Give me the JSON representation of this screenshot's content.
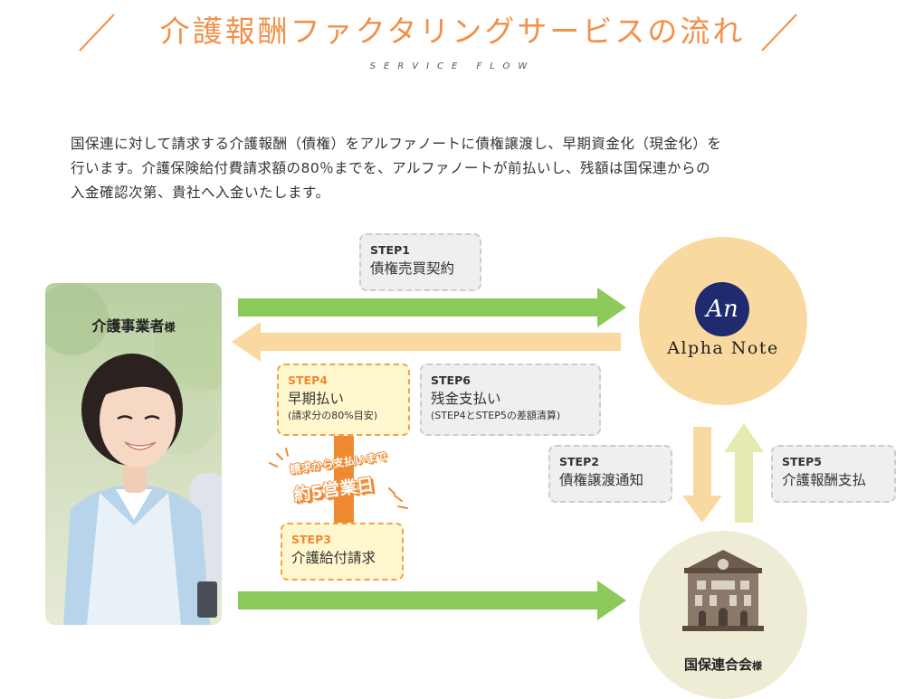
{
  "header": {
    "title": "介護報酬ファクタリングサービスの流れ",
    "subtitle": "SERVICE FLOW"
  },
  "intro": {
    "line1": "国保連に対して請求する介護報酬（債権）をアルファノートに債権譲渡し、早期資金化（現金化）を",
    "line2": "行います。介護保険給付費請求額の80％までを、アルファノートが前払いし、残額は国保連からの",
    "line3": "入金確認次第、貴社へ入金いたします。"
  },
  "actors": {
    "provider": {
      "name": "介護事業者",
      "honorific": "様"
    },
    "alpha_note": {
      "logo_text": "An",
      "name": "Alpha Note"
    },
    "kokuho": {
      "name": "国保連合会",
      "honorific": "様"
    }
  },
  "steps": {
    "step1": {
      "label": "STEP1",
      "text": "債権売買契約"
    },
    "step2": {
      "label": "STEP2",
      "text": "債権譲渡通知"
    },
    "step3": {
      "label": "STEP3",
      "text": "介護給付請求"
    },
    "step4": {
      "label": "STEP4",
      "text": "早期払い",
      "note": "(請求分の80%目安)"
    },
    "step5": {
      "label": "STEP5",
      "text": "介護報酬支払"
    },
    "step6": {
      "label": "STEP6",
      "text": "残金支払い",
      "note": "(STEP4とSTEP5の差額清算)"
    }
  },
  "badge": {
    "line1": "請求から支払いまで",
    "line2": "約5営業日"
  },
  "colors": {
    "accent_orange": "#f0914a",
    "arrow_green": "#8bca5a",
    "arrow_light_orange": "#fad9a1",
    "arrow_light_green": "#e6eab2",
    "connector_orange": "#f08a30",
    "alpha_circle": "#fad9a1",
    "kokuho_circle": "#efecd6",
    "logo_navy": "#1f2b6e"
  },
  "icons": {
    "building": "building-icon",
    "logo": "alpha-note-logo"
  }
}
